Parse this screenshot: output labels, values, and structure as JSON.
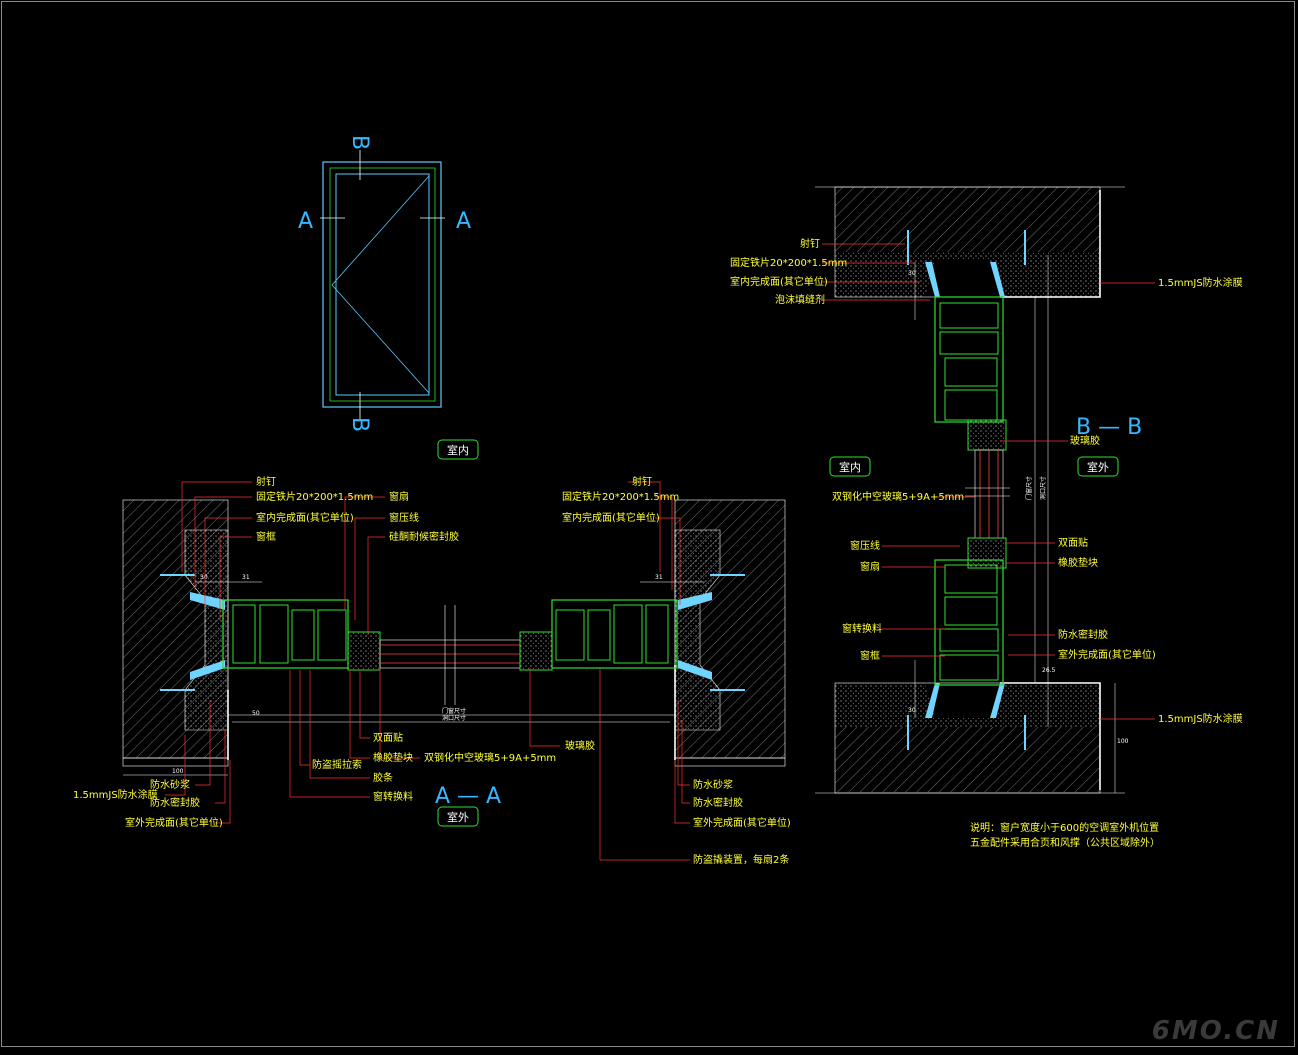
{
  "colors": {
    "background": "#000000",
    "label": "#ffff3a",
    "section_mark": "#36b7ff",
    "profile": "#2fe02f",
    "wall_hatch": "#9a9a9a",
    "sealant": "#6fd4ff",
    "leader": "#ff3030",
    "outline": "#ffffff"
  },
  "elevation": {
    "section_a": "A",
    "section_b": "B",
    "room": "室内"
  },
  "section_aa": {
    "title": "A — A",
    "room_outside": "室外",
    "labels": {
      "nail": "射钉",
      "fixing_plate": "固定铁片20*200*1.5mm",
      "interior_finish": "室内完成面(其它单位)",
      "frame": "窗框",
      "sash": "窗扇",
      "glazing_bead": "窗压线",
      "ep_seal": "硅酮耐候密封胶",
      "double_tape": "双面贴",
      "rubber_strip": "橡胶垫块",
      "anti_theft": "防盗摇拉索",
      "glue": "胶条",
      "transition": "窗转换料",
      "glass": "双钢化中空玻璃5+9A+5mm",
      "glass_glue": "玻璃胶",
      "waterproof_mortar": "防水砂浆",
      "js_coating": "1.5mmJS防水涂膜",
      "waterproof_sealant": "防水密封胶",
      "exterior_finish": "室外完成面(其它单位)",
      "anti_theft_device": "防盗撬装置，每扇2条"
    },
    "dims": {
      "d30": "30",
      "d31": "31",
      "d100": "100",
      "d50": "50",
      "win": "门窗尺寸",
      "hole": "洞口尺寸"
    }
  },
  "section_bb": {
    "title": "B — B",
    "room_inside": "室内",
    "room_outside": "室外",
    "labels": {
      "nail": "射钉",
      "fixing_plate": "固定铁片20*200*1.5mm",
      "interior_finish": "室内完成面(其它单位)",
      "foam": "泡沫填缝剂",
      "js_coating": "1.5mmJS防水涂膜",
      "glass_glue": "玻璃胶",
      "glass": "双钢化中空玻璃5+9A+5mm",
      "glazing_bead": "窗压线",
      "sash": "窗扇",
      "double_tape": "双面贴",
      "rubber_strip": "橡胶垫块",
      "transition": "窗转换料",
      "frame": "窗框",
      "waterproof_sealant": "防水密封胶",
      "exterior_finish": "室外完成面(其它单位)",
      "js_coating_2": "1.5mmJS防水涂膜"
    },
    "dims": {
      "d30": "30",
      "d26": "26.5",
      "d100": "100",
      "win": "门窗尺寸",
      "hole": "洞口尺寸"
    }
  },
  "notes": {
    "line1": "说明：窗户宽度小于600的空调室外机位置",
    "line2": "五金配件采用合页和风撑（公共区域除外）"
  },
  "watermark": "6MO.CN"
}
